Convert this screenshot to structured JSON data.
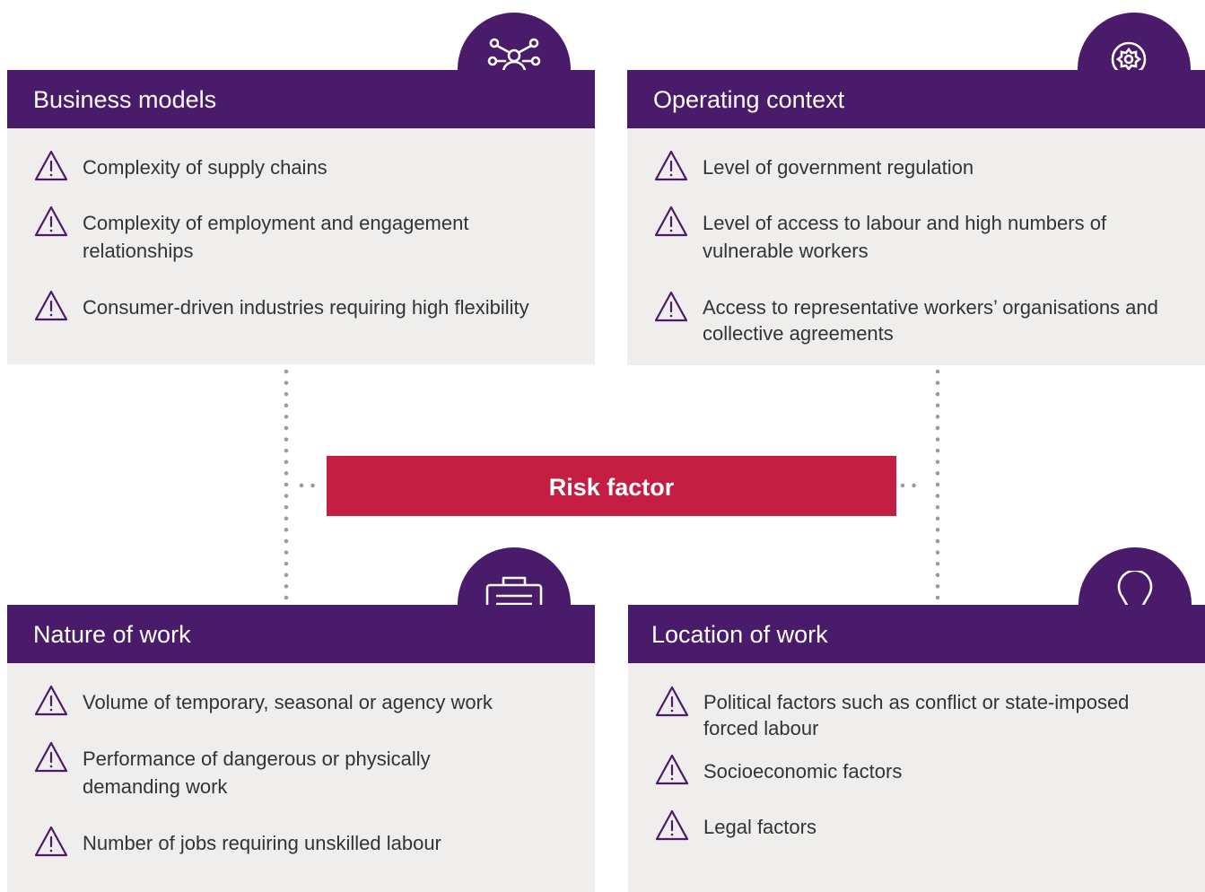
{
  "risk_factor": {
    "label": "Risk factor"
  },
  "panels": [
    {
      "title": "Business models",
      "icon": "network-people-icon",
      "items": [
        "Complexity of supply chains",
        "Complexity of employment and engagement relationships",
        "Consumer-driven industries requiring high flexibility"
      ]
    },
    {
      "title": "Operating context",
      "icon": "gear-magnifier-icon",
      "items": [
        "Level of government regulation",
        "Level of access to labour and high numbers of vulnerable workers",
        "Access to representative workers’ organisations and collective agreements"
      ]
    },
    {
      "title": "Nature of work",
      "icon": "briefcase-icon",
      "items": [
        "Volume of temporary, seasonal or agency work",
        "Performance of dangerous or physically demanding work",
        "Number of jobs requiring unskilled labour"
      ]
    },
    {
      "title": "Location of work",
      "icon": "location-pin-icon",
      "items": [
        "Political factors such as conflict or state-imposed forced labour",
        "Socioeconomic factors",
        "Legal factors"
      ]
    }
  ],
  "colors": {
    "header_purple": "#4a1a6b",
    "panel_grey": "#efeeec",
    "risk_red": "#c41e42",
    "dot_grey": "#9a9a9a"
  }
}
